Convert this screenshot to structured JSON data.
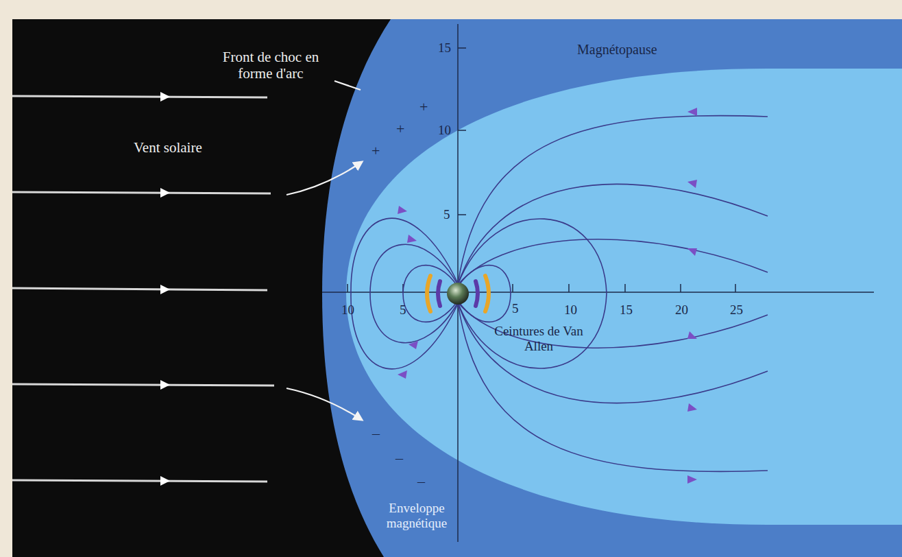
{
  "diagram": {
    "labels": [
      "Front de choc en forme d'arc",
      "Magnétopause",
      "Vent solaire",
      "Ceintures de Van Allen",
      "Enveloppe magnétique",
      "15",
      "10",
      "5",
      "10",
      "5",
      "5",
      "10",
      "15",
      "20",
      "25",
      "+",
      "+",
      "+",
      "–",
      "–",
      "–"
    ]
  }
}
